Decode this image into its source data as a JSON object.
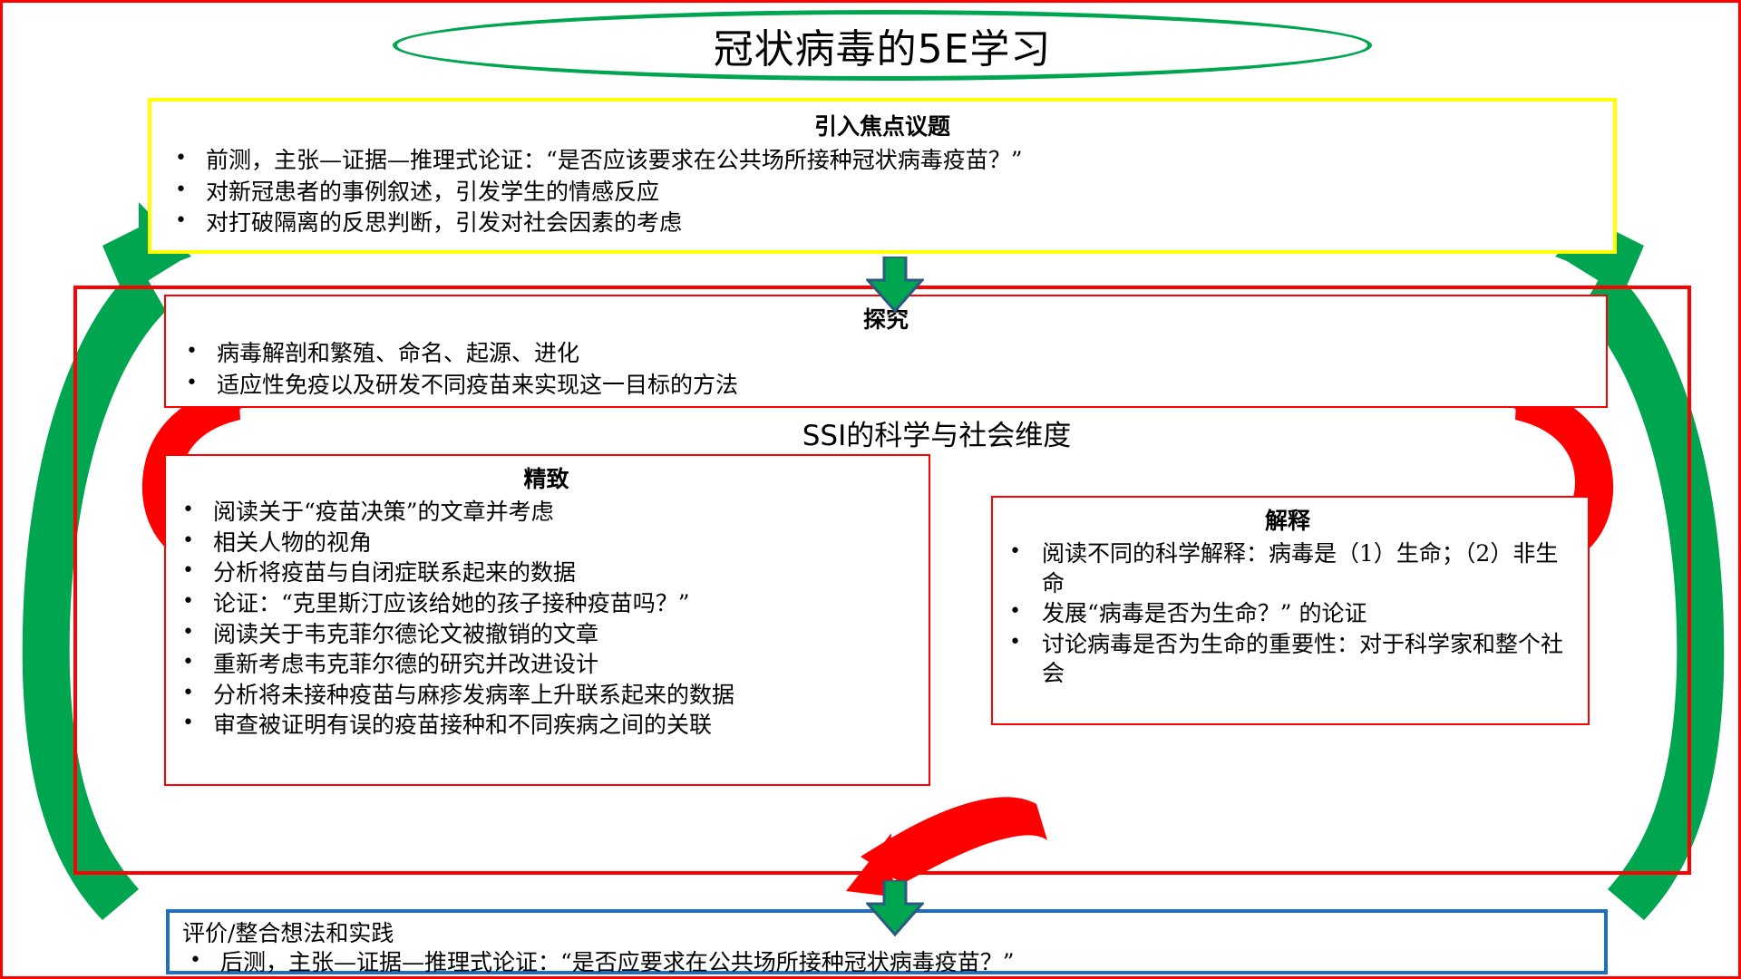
{
  "title": {
    "text": "冠状病毒的5E学习",
    "shape": "ellipse",
    "color": "#00a550"
  },
  "colors": {
    "engage_border": "#ffff00",
    "explore_border": "#ff0000",
    "evaluate_border": "#1f6fc0",
    "cycle_arrow_green": "#00a550",
    "cycle_arrow_red": "#ff0000",
    "page_border": "#ff0000"
  },
  "engage": {
    "heading": "引入焦点议题",
    "bullets": [
      "前测，主张—证据—推理式论证：“是否应该要求在公共场所接种冠状病毒疫苗？”",
      "对新冠患者的事例叙述，引发学生的情感反应",
      "对打破隔离的反思判断，引发对社会因素的考虑"
    ]
  },
  "explore": {
    "heading": "探究",
    "bullets": [
      "病毒解剖和繁殖、命名、起源、进化",
      "适应性免疫以及研发不同疫苗来实现这一目标的方法"
    ]
  },
  "ssi_caption": "SSI的科学与社会维度",
  "elaborate": {
    "heading": "精致",
    "bullets": [
      "阅读关于“疫苗决策”的文章并考虑",
      "相关人物的视角",
      "分析将疫苗与自闭症联系起来的数据",
      "论证：“克里斯汀应该给她的孩子接种疫苗吗？”",
      "阅读关于韦克菲尔德论文被撤销的文章",
      "重新考虑韦克菲尔德的研究并改进设计",
      "分析将未接种疫苗与麻疹发病率上升联系起来的数据",
      "审查被证明有误的疫苗接种和不同疾病之间的关联"
    ]
  },
  "explain": {
    "heading": "解释",
    "bullets": [
      "阅读不同的科学解释：病毒是（1）生命；（2）非生命",
      "发展“病毒是否为生命？” 的论证",
      "讨论病毒是否为生命的重要性：对于科学家和整个社会"
    ]
  },
  "evaluate": {
    "heading": "评价/整合想法和实践",
    "bullets": [
      "后测，主张—证据—推理式论证：“是否应要求在公共场所接种冠状病毒疫苗？”"
    ]
  },
  "arrows": {
    "engage_to_explore": "down-arrow-green",
    "explore_to_evaluate": "down-arrow-green",
    "left_cycle": "curved-arrow-green-up-left",
    "right_cycle": "curved-arrow-green-up-right",
    "inner_left_cycle": "curved-arrow-red-up-left",
    "inner_right_cycle": "curved-arrow-red-down-right",
    "inner_bottom_cycle": "curved-arrow-red-up-left"
  }
}
